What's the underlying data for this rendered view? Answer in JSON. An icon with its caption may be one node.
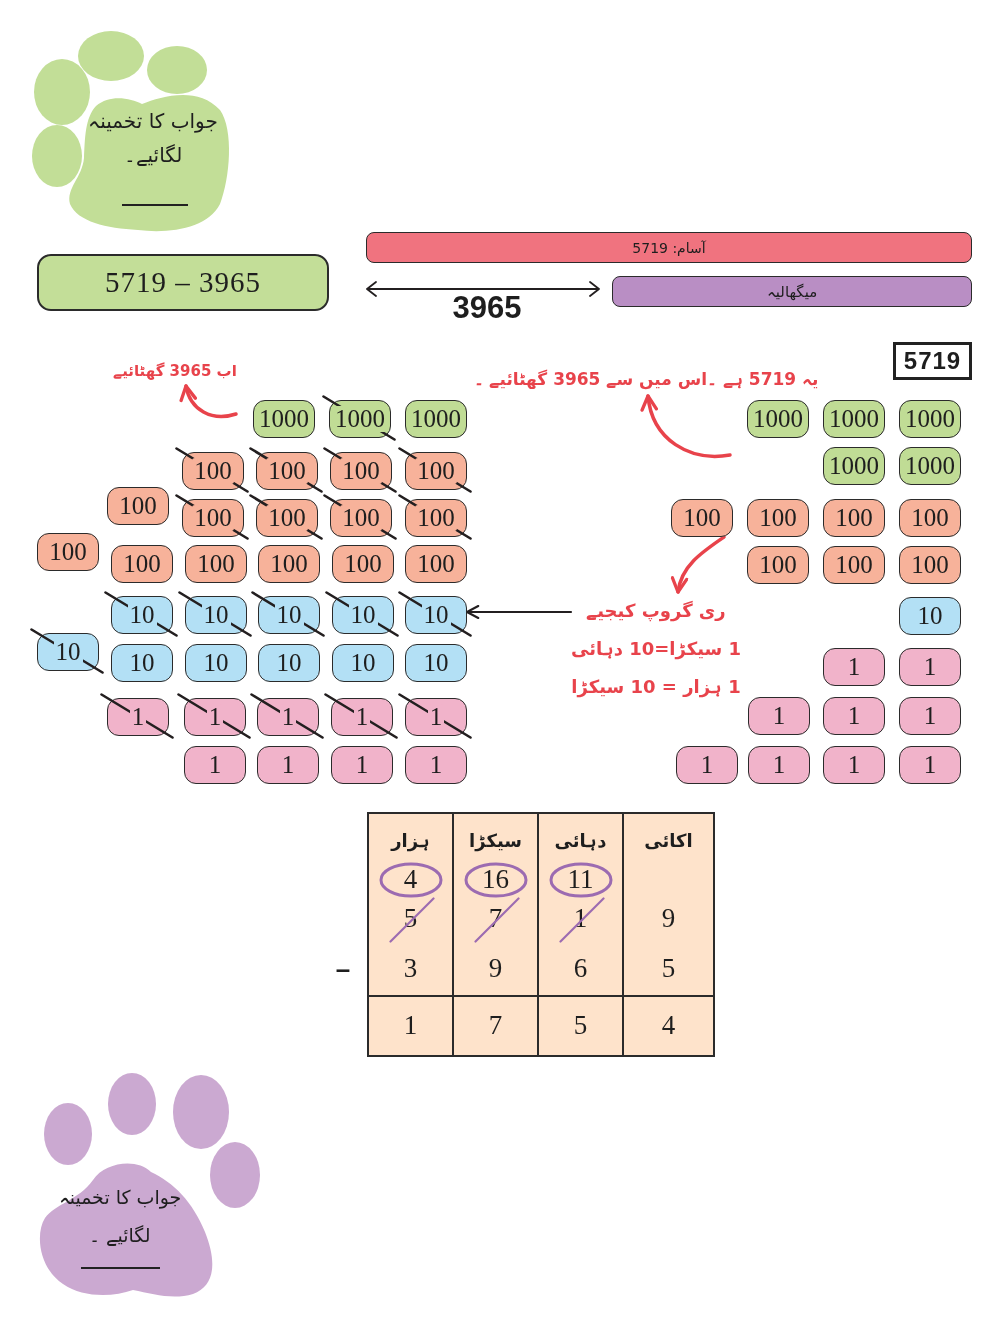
{
  "diagram": {
    "nodes": [
      {
        "text": [
          "جواب کا تخمینہ لگائیے۔"
        ]
      },
      {
        "text": [
          "5719 – 3965"
        ]
      },
      {
        "text": [
          "آسام: 5719"
        ]
      },
      {
        "text": [
          "میگھالیہ"
        ]
      },
      {
        "text": [
          "5719"
        ]
      },
      {
        "text": [
          "اب 3965 گھٹائیے"
        ]
      },
      {
        "text": [
          "یہ 5719 ہے ۔اس میں سے 3965 گھٹائیے ۔"
        ]
      },
      {
        "text": [
          "1000"
        ]
      },
      {
        "text": [
          "1000"
        ]
      },
      {
        "text": [
          "1000"
        ]
      },
      {
        "text": [
          "100"
        ]
      },
      {
        "text": [
          "100"
        ]
      },
      {
        "text": [
          "100"
        ]
      },
      {
        "text": [
          "100"
        ]
      },
      {
        "text": [
          "100"
        ]
      },
      {
        "text": [
          "100"
        ]
      },
      {
        "text": [
          "100"
        ]
      },
      {
        "text": [
          "100"
        ]
      },
      {
        "text": [
          "100"
        ]
      },
      {
        "text": [
          "100"
        ]
      },
      {
        "text": [
          "100"
        ]
      },
      {
        "text": [
          "100"
        ]
      },
      {
        "text": [
          "100"
        ]
      },
      {
        "text": [
          "100"
        ]
      },
      {
        "text": [
          "100"
        ]
      },
      {
        "text": [
          "10"
        ]
      },
      {
        "text": [
          "10"
        ]
      },
      {
        "text": [
          "10"
        ]
      },
      {
        "text": [
          "10"
        ]
      },
      {
        "text": [
          "10"
        ]
      },
      {
        "text": [
          "10"
        ]
      },
      {
        "text": [
          "10"
        ]
      },
      {
        "text": [
          "10"
        ]
      },
      {
        "text": [
          "10"
        ]
      },
      {
        "text": [
          "10"
        ]
      },
      {
        "text": [
          "10"
        ]
      },
      {
        "text": [
          "1"
        ]
      },
      {
        "text": [
          "1"
        ]
      },
      {
        "text": [
          "1"
        ]
      },
      {
        "text": [
          "1"
        ]
      },
      {
        "text": [
          "1"
        ]
      },
      {
        "text": [
          "1"
        ]
      },
      {
        "text": [
          "1"
        ]
      },
      {
        "text": [
          "1"
        ]
      },
      {
        "text": [
          "1"
        ]
      },
      {
        "text": [
          "1000"
        ]
      },
      {
        "text": [
          "1000"
        ]
      },
      {
        "text": [
          "1000"
        ]
      },
      {
        "text": [
          "1000"
        ]
      },
      {
        "text": [
          "1000"
        ]
      },
      {
        "text": [
          "100"
        ]
      },
      {
        "text": [
          "100"
        ]
      },
      {
        "text": [
          "100"
        ]
      },
      {
        "text": [
          "100"
        ]
      },
      {
        "text": [
          "100"
        ]
      },
      {
        "text": [
          "100"
        ]
      },
      {
        "text": [
          "100"
        ]
      },
      {
        "text": [
          "10"
        ]
      },
      {
        "text": [
          "1"
        ]
      },
      {
        "text": [
          "1"
        ]
      },
      {
        "text": [
          "1"
        ]
      },
      {
        "text": [
          "1"
        ]
      },
      {
        "text": [
          "1"
        ]
      },
      {
        "text": [
          "1"
        ]
      },
      {
        "text": [
          "1"
        ]
      },
      {
        "text": [
          "1"
        ]
      },
      {
        "text": [
          "1"
        ]
      },
      {
        "text": [
          "ری گروپ کیجیے",
          "1 سیکڑا=10 دہائی",
          "1 ہزار = 10 سیکڑا"
        ]
      },
      {
        "text": [
          "جواب کا تخمینہ لگائیے ۔"
        ]
      }
    ],
    "edges": [
      {
        "from": null,
        "to": 6,
        "arrow": "to"
      },
      {
        "from": null,
        "to": 5,
        "arrow": "to"
      },
      {
        "from": 50,
        "to": 67,
        "arrow": "to"
      },
      {
        "from": 67,
        "to": 29,
        "arrow": "to",
        "color": "#231f20"
      }
    ],
    "labels": [
      "3965",
      "ہزار",
      "سیکڑا",
      "دہائی",
      "اکائی",
      "4",
      "16",
      "11",
      "5",
      "7",
      "1",
      "9",
      "–",
      "3",
      "9",
      "6",
      "5",
      "1",
      "7",
      "5",
      "4"
    ]
  }
}
